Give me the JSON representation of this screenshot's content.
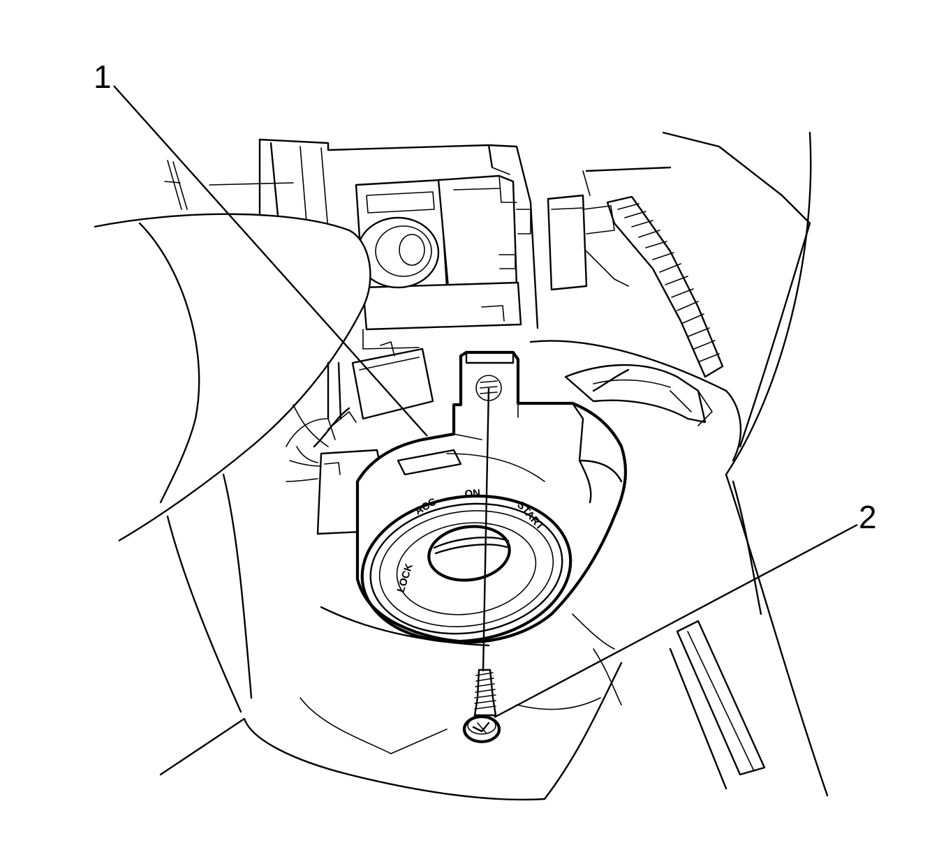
{
  "callouts": [
    {
      "label": "1"
    },
    {
      "label": "2"
    }
  ],
  "switch_positions": {
    "lock": "LOCK",
    "acc": "ACC",
    "on": "ON",
    "start": "START"
  },
  "colors": {
    "ink": "#000000",
    "paper": "#ffffff"
  }
}
